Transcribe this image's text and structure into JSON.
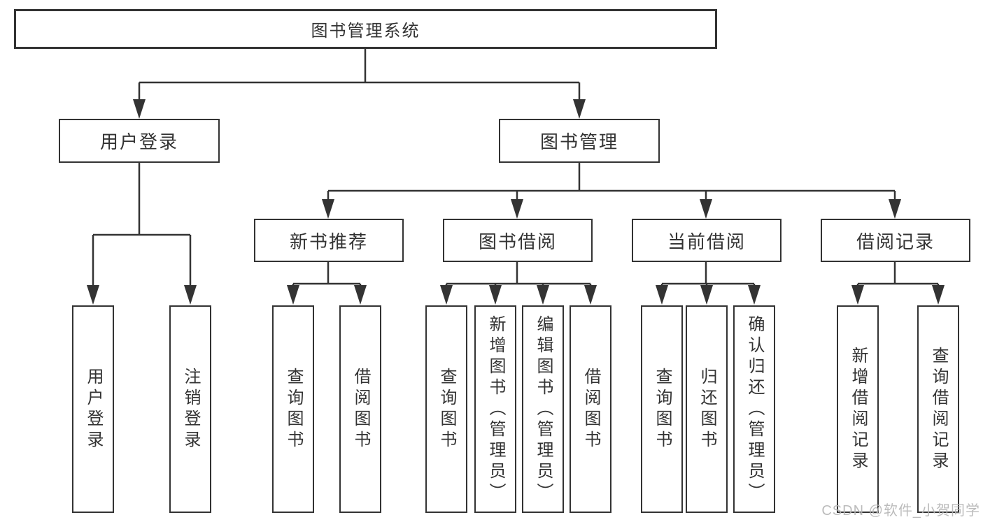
{
  "root": {
    "label": "图书管理系统"
  },
  "branches": [
    {
      "label": "用户登录",
      "leaves": [
        {
          "label": "用户登录"
        },
        {
          "label": "注销登录"
        }
      ]
    },
    {
      "label": "图书管理",
      "sections": [
        {
          "label": "新书推荐",
          "leaves": [
            {
              "label": "查询图书"
            },
            {
              "label": "借阅图书"
            }
          ]
        },
        {
          "label": "图书借阅",
          "leaves": [
            {
              "label": "查询图书"
            },
            {
              "label": "新增图书（管理员）"
            },
            {
              "label": "编辑图书（管理员）"
            },
            {
              "label": "借阅图书"
            }
          ]
        },
        {
          "label": "当前借阅",
          "leaves": [
            {
              "label": "查询图书"
            },
            {
              "label": "归还图书"
            },
            {
              "label": "确认归还（管理员）"
            }
          ]
        },
        {
          "label": "借阅记录",
          "leaves": [
            {
              "label": "新增借阅记录"
            },
            {
              "label": "查询借阅记录"
            }
          ]
        }
      ]
    }
  ],
  "watermark": "CSDN @软件_小贺同学",
  "colors": {
    "line": "#333333",
    "text": "#333333",
    "background": "#ffffff",
    "watermark": "#b5b5b5"
  }
}
